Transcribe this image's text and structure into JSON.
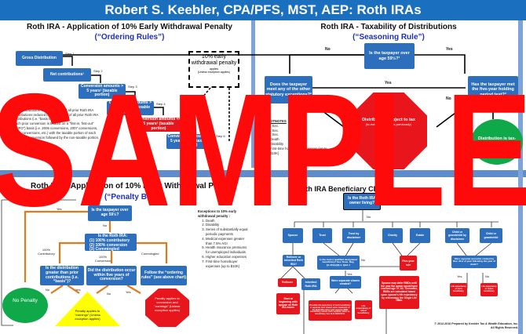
{
  "header": {
    "title": "Robert S. Keebler, CPA/PFS, MST, AEP: Roth IRAs"
  },
  "ordering": {
    "title": "Roth IRA - Application of 10% Early Withdrawal Penalty",
    "subtitle": "(“Ordering Rules”)",
    "steps": [
      "Gross Distribution",
      "Net contributions¹",
      "Conversion amounts > 5 years² (taxable portion)",
      "Conversion amounts > 5 years² (non-taxable portion)",
      "Conversion amounts <= 5 years² (taxable portion)",
      "Conversion amounts <= 5 years² (non-taxable portion)"
    ],
    "step_labels": [
      "Step 1",
      "Step 2",
      "Step 3",
      "Step 4",
      "Step 5",
      "Step 6"
    ],
    "penalty_box": {
      "main": "10% early withdrawal penalty",
      "small": "applies",
      "note": "(Unless exception applies)"
    },
    "footnotes_title": "FOOTNOTES:",
    "footnotes": [
      "“Net contributions” is: (a) the sum of all prior Roth IRA contributions reduced by (b) the sum of all prior Roth IRA distributions (i.e. “basis first” rule).",
      "Each prior conversion is treated on a “first-in, first-out” (“FIFO”) basis (i.e. 2006 conversions, 2007 conversions, 2008 conversions, etc.) with the taxable portion of each prior year conversion followed by the non-taxable portion."
    ]
  },
  "seasoning": {
    "title": "Roth IRA - Taxability of Distributions",
    "subtitle": "(“Seasoning Rule”)",
    "q1": "Is the taxpayer over age 59½?¹",
    "q2": "Does the taxpayer meet any of the other statutory exceptions?²",
    "q3": "Has the taxpayer met the five-year holding period test?³",
    "no": "No",
    "yes": "Yes",
    "stop": "Distribution subject to tax",
    "stop_detail": "(to extent of amounts previously)",
    "free": "Distribution is tax-free",
    "footnotes_title": "FOOTNOTES",
    "footnotes": [
      "IRC Sec.",
      "IRC Sec.",
      "IRC Sec."
    ],
    "bullets": [
      "Death",
      "Disability",
      "First-time homebuyer expenses (up to $10K)"
    ]
  },
  "penalty": {
    "title": "Roth IRA - Application of 10% Early Withdrawal Penalty",
    "subtitle": "(“Penalty Box”)",
    "q1": "Is the taxpayer over age 59½?",
    "q2_title": "Is the Roth IRA:",
    "q2_opts": [
      "(1)  100% contributory",
      "(2)  100% conversion",
      "(3)  Commingled"
    ],
    "b1": "Is the distribution greater than prior contributions (i.e. “basis”)?",
    "b2": "Did the distribution occur within five years of conversion?",
    "b3": "Follow the “ordering rules” (see above chart)",
    "l_yes": "Yes",
    "l_no": "No",
    "l_contrib": "100% Contributory",
    "l_conv": "100% Conversion",
    "l_comm": "Commingled",
    "no_penalty": "No Penalty",
    "tri": "Penalty applies to “earnings” (Unless exception applies)",
    "oct": "Penalty applies to conversion and “earnings” (Unless exception applies)",
    "exc_title": "Exceptions to 10% early withdrawal penalty :",
    "exceptions": [
      "Death",
      "Disability",
      "Series of substantially equal periodic payments",
      "Medical expenses greater than 7.5% AGI",
      "Health insurance premiums for unemployed individuals",
      "Higher education expenses",
      "First-time homebuyer expenses (up to $10K)"
    ]
  },
  "ben": {
    "title": "Roth IRA Beneficiary Chart",
    "q": "Is the Roth IRA owner living?",
    "no": "No",
    "yes": "Yes",
    "row": [
      "Spouse",
      "Trust",
      "Trust by disclaimer",
      "Charity",
      "Estate",
      "Child or grandchild by disclaimer",
      "Child or grandchild"
    ],
    "rollover_q": "Rollover or inherited Roth IRA?",
    "rollover": "Rollover",
    "inherited": "Inherited Roth IRA",
    "start": "Start at beginning with spouse as Roth IRA owner",
    "trust_q": "Is the trust a qualified designated beneficiary? See Treas. Reg. §1.401(a)(9)-4, Q&A-1",
    "shares_q": "Were separate shares created?",
    "five": "Five-year rule",
    "sep_q": "Were separate accounts created by Dec. 31st of year following the year of death?",
    "life": "Life expectancy of each beneficiary",
    "life_old": "Life expectancy of oldest beneficiary",
    "possible": "Possible life expectancy of each beneficiary if separate trust shares exist; treatment of the Roth IRA owner and separate RMD beneficiary names each separate share as beneficiary. See PLR 200537044.",
    "spouse_defer": "Spouse may defer RMDs until the year the owner would have reached age 70 1/2. Thereafter, RMDs are calculated based upon spouse's life expectancy by referencing the Single Life Table."
  },
  "footer": {
    "copyright": "© 2012-2016 Prepared by Keebler Tax & Wealth Education, Inc.",
    "rights": "All Rights Reserved."
  },
  "watermark": "SAMPLE",
  "colors": {
    "blue": "#2e6fbd",
    "red": "#e8161c",
    "orange": "#e07a1f",
    "green": "#10a94a",
    "yellow": "#ffff00"
  }
}
